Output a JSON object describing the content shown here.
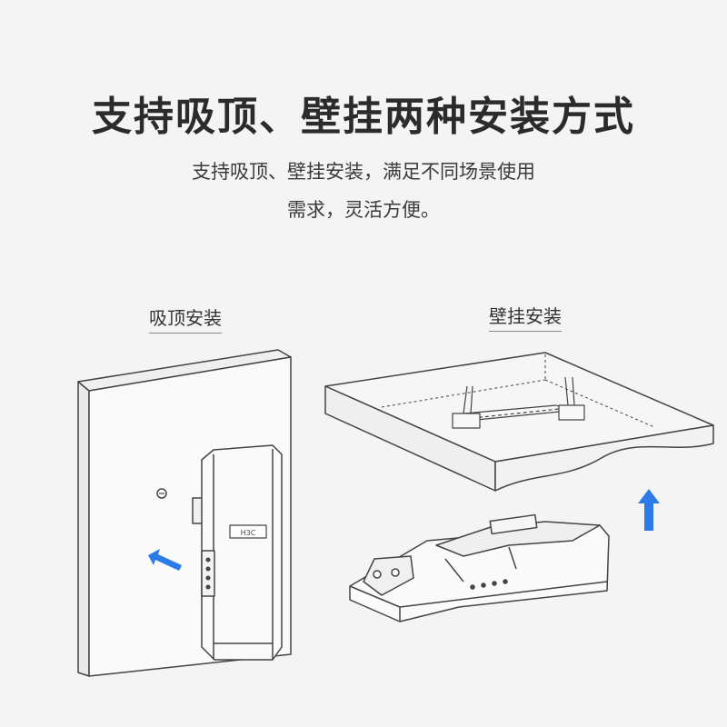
{
  "headline": "支持吸顶、壁挂两种安装方式",
  "subtitle_line1": "支持吸顶、壁挂安装，满足不同场景使用",
  "subtitle_line2": "需求，灵活方便。",
  "left_panel": {
    "label": "吸顶安装",
    "device_logo": "H3C"
  },
  "right_panel": {
    "label": "壁挂安装"
  },
  "colors": {
    "arrow": "#2d7be8",
    "line": "#444444",
    "panel_fill": "#fafafa"
  }
}
